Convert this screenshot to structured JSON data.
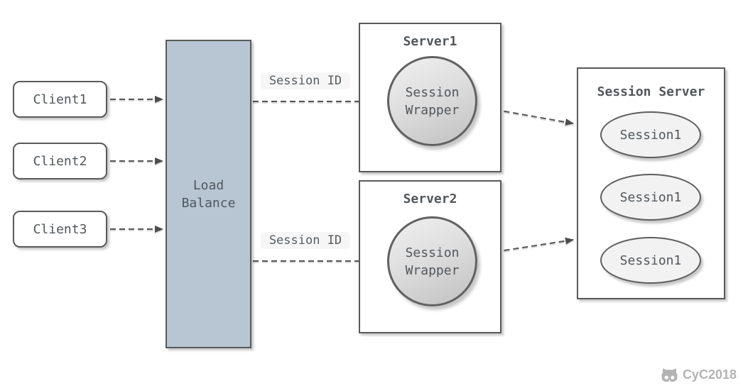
{
  "clients": [
    {
      "label": "Client1"
    },
    {
      "label": "Client2"
    },
    {
      "label": "Client3"
    }
  ],
  "load_balancer": {
    "label": "Load Balance"
  },
  "flow_labels": [
    {
      "label": "Session ID"
    },
    {
      "label": "Session ID"
    }
  ],
  "servers": [
    {
      "title": "Server1",
      "wrapper_label": "Session Wrapper"
    },
    {
      "title": "Server2",
      "wrapper_label": "Session Wrapper"
    }
  ],
  "session_server": {
    "title": "Session Server",
    "sessions": [
      {
        "label": "Session1"
      },
      {
        "label": "Session1"
      },
      {
        "label": "Session1"
      }
    ]
  },
  "edges": [
    {
      "from": "Client1",
      "to": "Load Balance",
      "style": "dashed-arrow"
    },
    {
      "from": "Client2",
      "to": "Load Balance",
      "style": "dashed-arrow"
    },
    {
      "from": "Client3",
      "to": "Load Balance",
      "style": "dashed-arrow"
    },
    {
      "from": "Load Balance",
      "to": "Server1 Session Wrapper",
      "label": "Session ID",
      "style": "dashed-arrow"
    },
    {
      "from": "Load Balance",
      "to": "Server2 Session Wrapper",
      "label": "Session ID",
      "style": "dashed-arrow"
    },
    {
      "from": "Server1 Session Wrapper",
      "to": "Session Server",
      "style": "dashed-arrow"
    },
    {
      "from": "Server2 Session Wrapper",
      "to": "Session Server",
      "style": "dashed-arrow"
    }
  ],
  "watermark": {
    "label": "CyC2018",
    "icon": "cat-logo-icon"
  },
  "colors": {
    "load_balancer_fill": "#b8c6d3",
    "node_border": "#595959",
    "text": "#50575d",
    "circle_gradient_start": "#f0f0f0",
    "circle_gradient_end": "#c0c0c0",
    "ellipse_fill": "#f2f2f2",
    "flow_label_bg": "#f6f6f6",
    "arrow": "#4d4d4d",
    "watermark": "#b3b3b3"
  }
}
